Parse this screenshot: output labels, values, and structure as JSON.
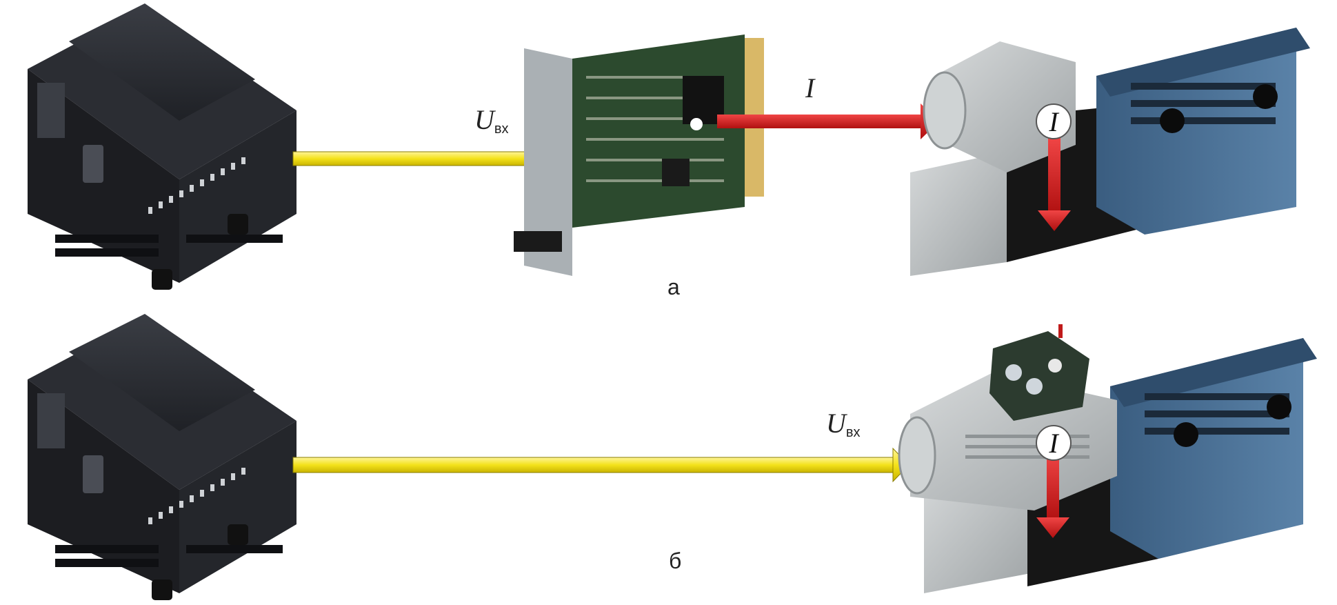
{
  "labels": {
    "input_voltage_a": "U",
    "input_voltage_a_sub": "вх",
    "current_a": "I",
    "current_valve_a": "I",
    "caption_a": "а",
    "input_voltage_b": "U",
    "input_voltage_b_sub": "вх",
    "current_valve_b": "I",
    "caption_b": "б"
  },
  "colors": {
    "voltage_arrow": "#f4e21a",
    "current_arrow": "#d81c1c",
    "plc_body": "#2b2d33",
    "valve_solenoid": "#4a6f93",
    "valve_connector": "#bfc3c4",
    "board": "#2c4a2e"
  },
  "icons": {
    "plc": "plc-controller-icon",
    "amplifier": "amplifier-card-icon",
    "valve": "proportional-valve-icon"
  }
}
